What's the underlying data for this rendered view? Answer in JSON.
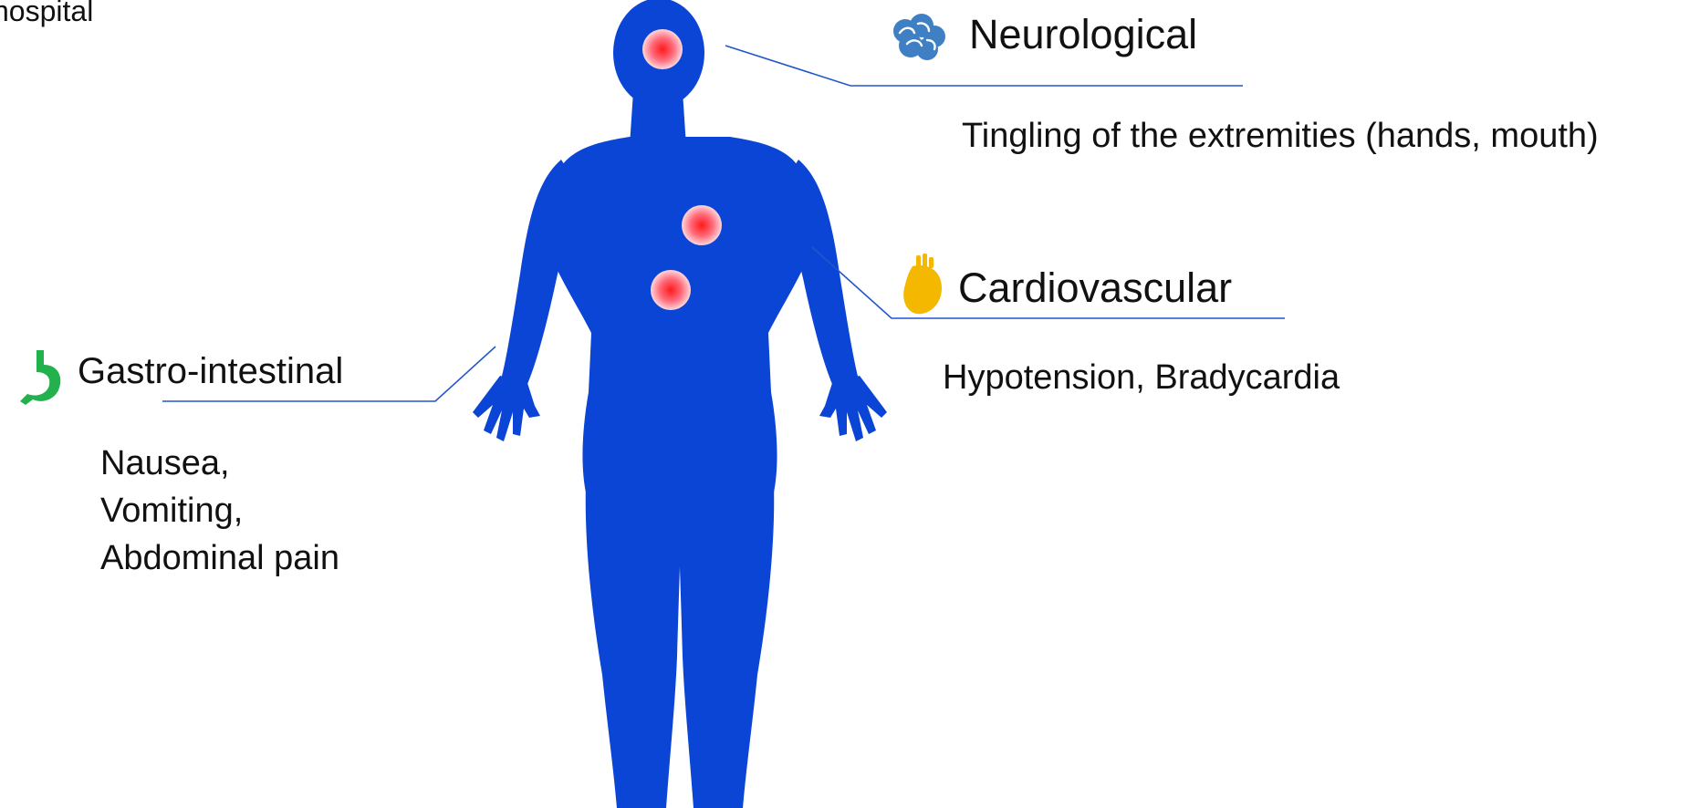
{
  "corner_text": "hospital",
  "regions": {
    "neurological": {
      "title": "Neurological",
      "description": "Tingling of the extremities (hands, mouth)",
      "icon": "brain-icon",
      "color": "#3f7fc4"
    },
    "cardiovascular": {
      "title": "Cardiovascular",
      "description": "Hypotension, Bradycardia",
      "icon": "heart-icon",
      "color": "#f5b800"
    },
    "gastrointestinal": {
      "title": "Gastro-intestinal",
      "symptoms": [
        "Nausea,",
        "Vomiting,",
        "Abdominal pain"
      ],
      "icon": "stomach-icon",
      "color": "#22b14c"
    }
  },
  "colors": {
    "body": "#0a45d6",
    "leader_lines": "#2255cc",
    "pain_point": "#ff2a2a"
  }
}
